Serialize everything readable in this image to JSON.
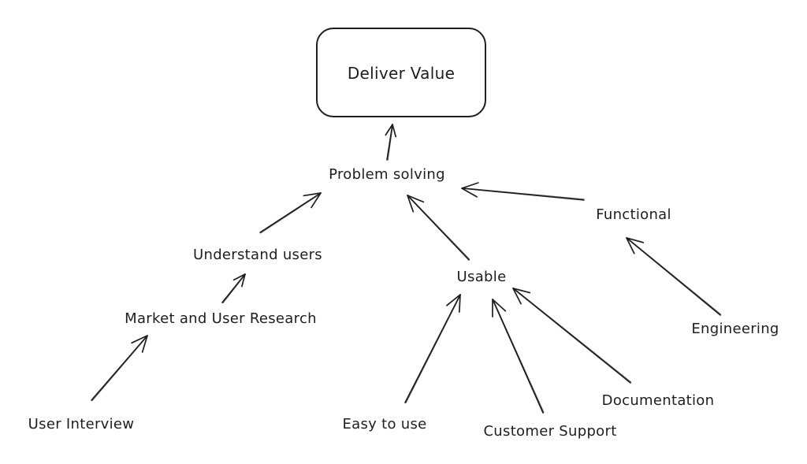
{
  "diagram": {
    "type": "hand-drawn concept tree",
    "stroke_color": "#1e1e1e",
    "background_color": "#ffffff",
    "root": {
      "id": "deliver-value",
      "label": "Deliver Value",
      "shape": "rounded-rectangle"
    },
    "nodes": [
      {
        "id": "problem-solving",
        "label": "Problem solving"
      },
      {
        "id": "understand-users",
        "label": "Understand users"
      },
      {
        "id": "market-user-research",
        "label": "Market and User Research"
      },
      {
        "id": "user-interview",
        "label": "User Interview"
      },
      {
        "id": "functional",
        "label": "Functional"
      },
      {
        "id": "engineering",
        "label": "Engineering"
      },
      {
        "id": "usable",
        "label": "Usable"
      },
      {
        "id": "easy-to-use",
        "label": "Easy to use"
      },
      {
        "id": "customer-support",
        "label": "Customer Support"
      },
      {
        "id": "documentation",
        "label": "Documentation"
      }
    ],
    "edges": [
      {
        "from": "problem-solving",
        "to": "deliver-value"
      },
      {
        "from": "understand-users",
        "to": "problem-solving"
      },
      {
        "from": "functional",
        "to": "problem-solving"
      },
      {
        "from": "usable",
        "to": "problem-solving"
      },
      {
        "from": "market-user-research",
        "to": "understand-users"
      },
      {
        "from": "user-interview",
        "to": "market-user-research"
      },
      {
        "from": "engineering",
        "to": "functional"
      },
      {
        "from": "easy-to-use",
        "to": "usable"
      },
      {
        "from": "customer-support",
        "to": "usable"
      },
      {
        "from": "documentation",
        "to": "usable"
      }
    ]
  }
}
